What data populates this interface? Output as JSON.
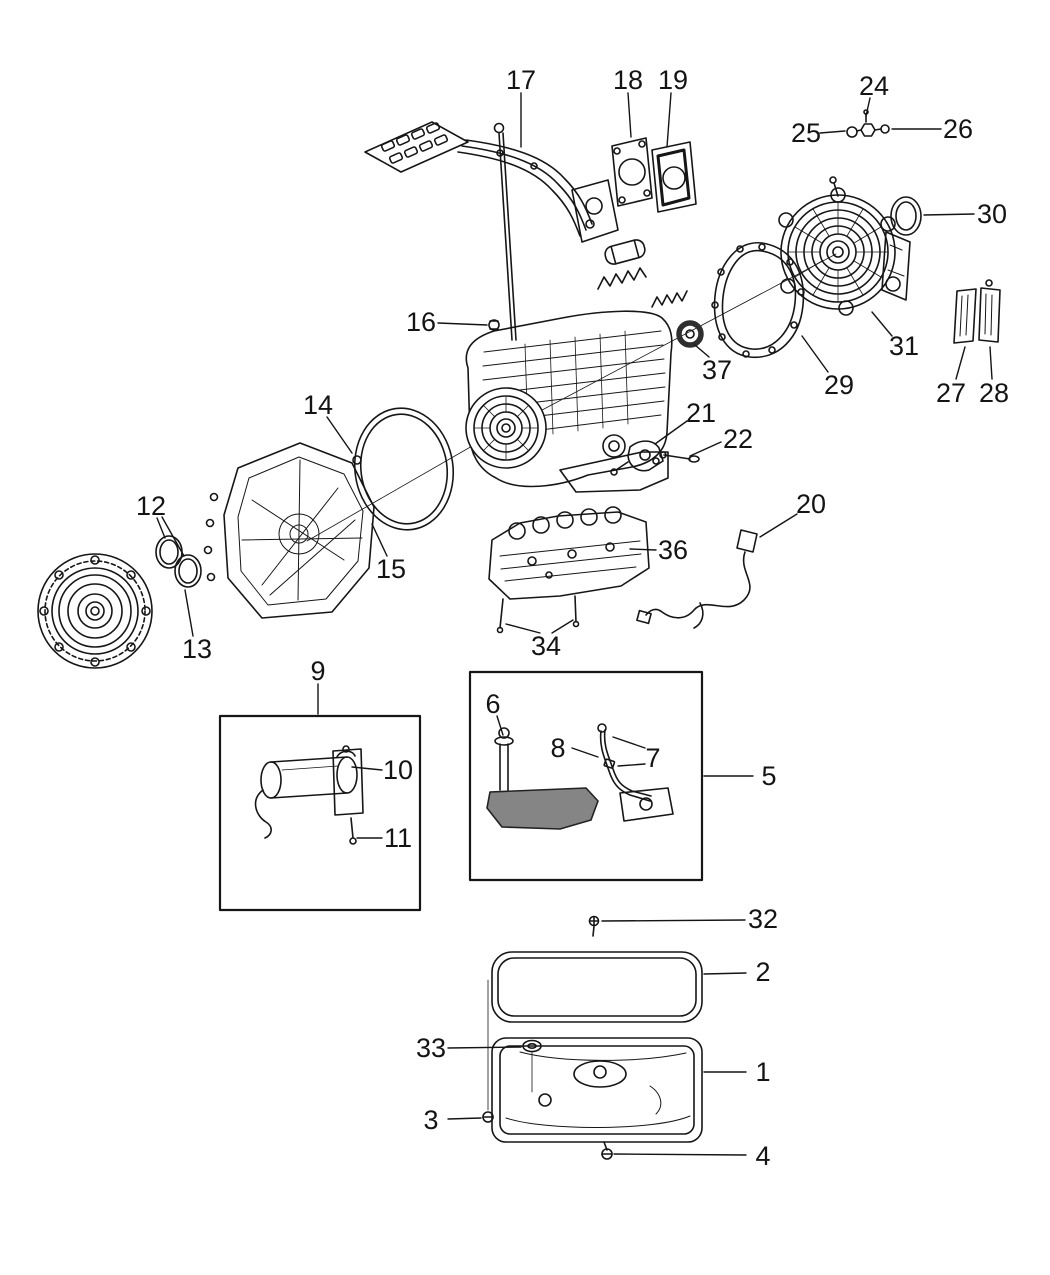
{
  "canvas": {
    "background": "#ffffff",
    "line_color": "#161616",
    "label_color": "#141414"
  },
  "callouts": {
    "c1": "1",
    "c2": "2",
    "c3": "3",
    "c4": "4",
    "c5": "5",
    "c6": "6",
    "c7": "7",
    "c8": "8",
    "c9": "9",
    "c10": "10",
    "c11": "11",
    "c12": "12",
    "c13": "13",
    "c14": "14",
    "c15": "15",
    "c16": "16",
    "c17": "17",
    "c18": "18",
    "c19": "19",
    "c20": "20",
    "c21": "21",
    "c22": "22",
    "c24": "24",
    "c25": "25",
    "c26": "26",
    "c27": "27",
    "c28": "28",
    "c29": "29",
    "c30": "30",
    "c31": "31",
    "c32": "32",
    "c33": "33",
    "c34": "34",
    "c36": "36",
    "c37": "37"
  }
}
